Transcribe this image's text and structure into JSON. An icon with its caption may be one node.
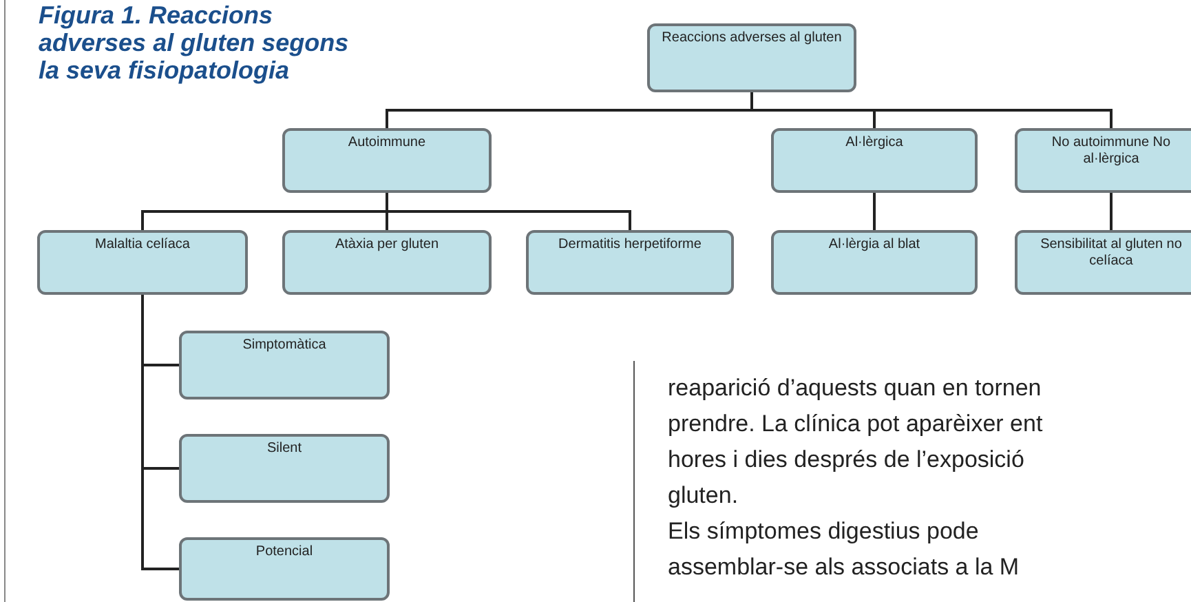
{
  "diagram": {
    "title": "Figura 1. Reaccions adverses al gluten segons la seva fisiopatologia",
    "nodes": [
      {
        "text": [
          "Reaccions adverses al gluten"
        ]
      },
      {
        "text": [
          "Autoimmune"
        ]
      },
      {
        "text": [
          "Al·lèrgica"
        ]
      },
      {
        "text": [
          "No autoimmune No al·lèrgica"
        ]
      },
      {
        "text": [
          "Malaltia celíaca"
        ]
      },
      {
        "text": [
          "Atàxia per gluten"
        ]
      },
      {
        "text": [
          "Dermatitis herpetiforme"
        ]
      },
      {
        "text": [
          "Al·lèrgia al blat"
        ]
      },
      {
        "text": [
          "Sensibilitat al gluten no celíaca"
        ]
      },
      {
        "text": [
          "Simptomàtica"
        ]
      },
      {
        "text": [
          "Silent"
        ]
      },
      {
        "text": [
          "Potencial"
        ]
      }
    ],
    "edges": [
      {
        "from": 0,
        "to": 1,
        "arrow": "none"
      },
      {
        "from": 0,
        "to": 2,
        "arrow": "none"
      },
      {
        "from": 0,
        "to": 3,
        "arrow": "none"
      },
      {
        "from": 1,
        "to": 4,
        "arrow": "none"
      },
      {
        "from": 1,
        "to": 5,
        "arrow": "none"
      },
      {
        "from": 1,
        "to": 6,
        "arrow": "none"
      },
      {
        "from": 2,
        "to": 7,
        "arrow": "none"
      },
      {
        "from": 3,
        "to": 8,
        "arrow": "none"
      },
      {
        "from": 4,
        "to": 9,
        "arrow": "none"
      },
      {
        "from": 4,
        "to": 10,
        "arrow": "none"
      },
      {
        "from": 4,
        "to": 11,
        "arrow": "none"
      }
    ],
    "labels": [
      "reaparició d’aquests quan en tornen",
      "prendre. La clínica pot aparèixer ent",
      "hores i dies després de l’exposició",
      "gluten.",
      "Els símptomes digestius pode",
      "assemblar-se als associats a la M"
    ]
  }
}
